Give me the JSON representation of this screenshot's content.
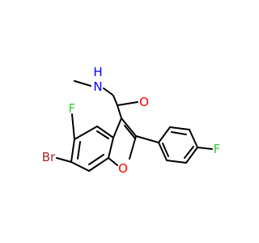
{
  "molecule": {
    "atoms": {
      "bromine": {
        "label": "Br",
        "color": "#a52a2a"
      },
      "fluorine_c4": {
        "label": "F",
        "color": "#32cd32"
      },
      "fluorine_phenyl": {
        "label": "F",
        "color": "#32cd32"
      },
      "oxygen_carbonyl": {
        "label": "O",
        "color": "#ff0000"
      },
      "oxygen_furan": {
        "label": "O",
        "color": "#ff0000"
      },
      "nitrogen_amide": {
        "label": "N",
        "color": "#0000ff"
      },
      "hydrogen_amide": {
        "label": "H",
        "color": "#0000ff"
      }
    },
    "bond_color": "#000000"
  }
}
